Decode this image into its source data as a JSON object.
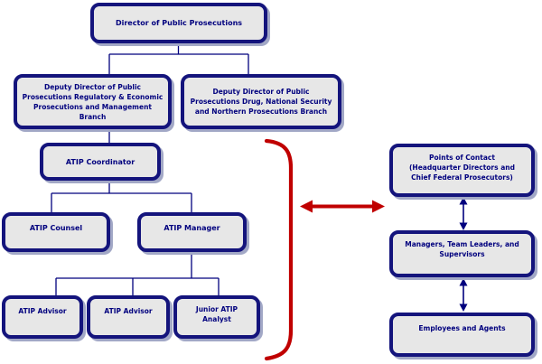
{
  "nodes": {
    "director": {
      "label": "Director of Public Prosecutions"
    },
    "deputy_regulatory": {
      "label": [
        "Deputy Director of Public",
        "Prosecutions Regulatory & Economic",
        "Prosecutions and Management",
        "Branch"
      ]
    },
    "deputy_drug": {
      "label": [
        "Deputy Director of Public",
        "Prosecutions Drug, National  Security",
        "and Northern Prosecutions Branch"
      ]
    },
    "atip_coordinator": {
      "label": "ATIP Coordinator"
    },
    "atip_counsel": {
      "label": "ATIP Counsel"
    },
    "atip_manager": {
      "label": "ATIP Manager"
    },
    "atip_advisor_1": {
      "label": "ATIP Advisor"
    },
    "atip_advisor_2": {
      "label": "ATIP Advisor"
    },
    "junior_atip_analyst": {
      "label": [
        "Junior ATIP",
        "Analyst"
      ]
    },
    "points_of_contact": {
      "label": [
        "Points of Contact",
        "(Headquarter Directors and",
        "Chief Federal Prosecutors)"
      ]
    },
    "managers_team_leaders": {
      "label": [
        "Managers, Team Leaders, and",
        "Supervisors"
      ]
    },
    "employees_agents": {
      "label": "Employees and Agents"
    }
  },
  "colors": {
    "box_border": "#14147c",
    "box_fill": "#e7e7e7",
    "text": "#00007e",
    "connector": "#00007e",
    "shadow": "#a2a8c6",
    "accent_red": "#c00000"
  }
}
